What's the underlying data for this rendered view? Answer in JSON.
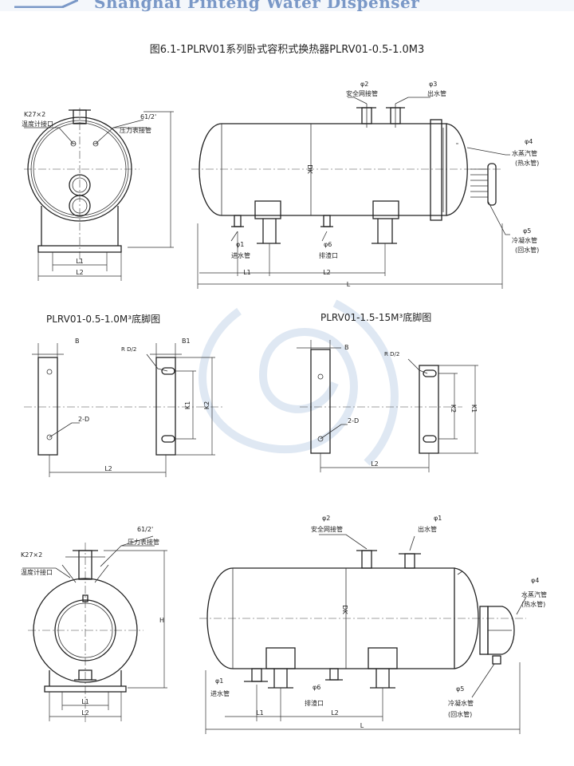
{
  "header": {
    "text": "Shanghai Pinteng Water Dispenser"
  },
  "figure": {
    "title": "图6.1-1PLRV01系列卧式容积式换热器PLRV01-0.5-1.0M3"
  },
  "labels": {
    "k27x2": "K27×2",
    "temp_port": "温度计接口",
    "g612": "61/2'",
    "gauge_pipe": "压力表接管",
    "phi1": "φ1",
    "phi2": "φ2",
    "phi3": "φ3",
    "phi4": "φ4",
    "phi5": "φ5",
    "phi6": "φ6",
    "safety_pipe": "安全网接管",
    "outlet_pipe": "出水管",
    "steam_pipe": "水蒸汽管",
    "hot_water": "(热水管)",
    "cond_pipe": "冷凝水管",
    "return_pipe": "(回水管)",
    "inlet_pipe": "进水管",
    "drain_port": "排渣口",
    "dk": "DK",
    "l": "L",
    "l1": "L1",
    "l2": "L2",
    "h": "H",
    "b": "B",
    "b1": "B1",
    "k1": "K1",
    "k2": "K2",
    "two_d": "2-D",
    "r_d2": "R D/2"
  },
  "sections": {
    "base_a": "PLRV01-0.5-1.0M³底脚图",
    "base_b": "PLRV01-1.5-15M³底脚图"
  }
}
